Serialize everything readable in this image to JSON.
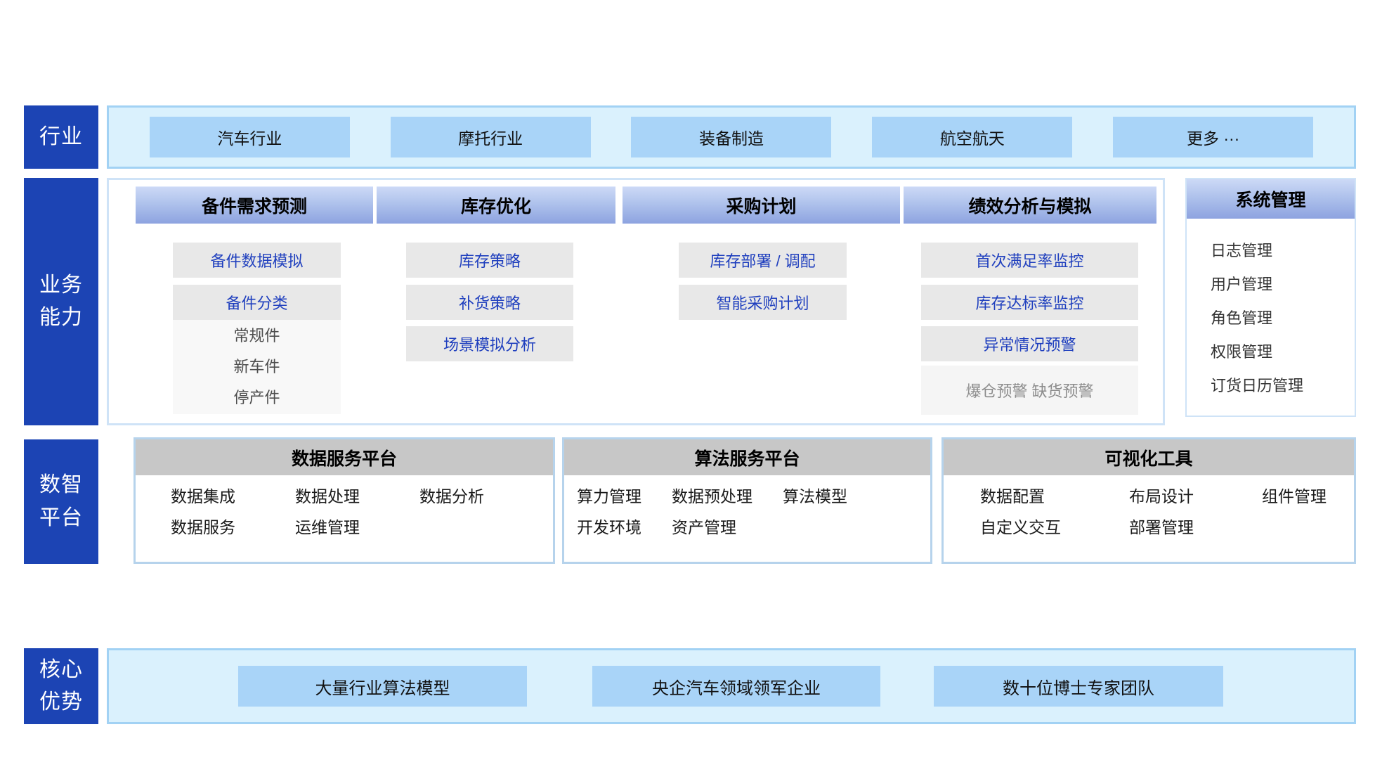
{
  "colors": {
    "sidebar_blue": "#1c44b4",
    "band_fill": "#daf1fd",
    "band_border": "#a2d2f4",
    "chip_blue": "#a9d4f8",
    "header_gradient_top": "#ccd9f6",
    "header_gradient_bottom": "#8da3e0",
    "item_box_gray": "#e8e8e8",
    "item_text_blue": "#1f3fbe",
    "platform_header_gray": "#c7c7c7"
  },
  "sidebar": {
    "items": [
      {
        "label": "行业"
      },
      {
        "label": "业务能力"
      },
      {
        "label": "数智平台"
      },
      {
        "label": "核心优势"
      }
    ]
  },
  "industry": {
    "buttons": [
      {
        "label": "汽车行业"
      },
      {
        "label": "摩托行业"
      },
      {
        "label": "装备制造"
      },
      {
        "label": "航空航天"
      },
      {
        "label": "更多 ···"
      }
    ]
  },
  "business": {
    "columns": [
      {
        "title": "备件需求预测",
        "items": [
          "备件数据模拟",
          "备件分类"
        ],
        "sub_items": [
          "常规件",
          "新车件",
          "停产件"
        ]
      },
      {
        "title": "库存优化",
        "items": [
          "库存策略",
          "补货策略",
          "场景模拟分析"
        ]
      },
      {
        "title": "采购计划",
        "items": [
          "库存部署 / 调配",
          "智能采购计划"
        ]
      },
      {
        "title": "绩效分析与模拟",
        "items": [
          "首次满足率监控",
          "库存达标率监控",
          "异常情况预警"
        ],
        "muted_item": "爆仓预警 缺货预警"
      }
    ],
    "system": {
      "title": "系统管理",
      "items": [
        "日志管理",
        "用户管理",
        "角色管理",
        "权限管理",
        "订货日历管理"
      ]
    }
  },
  "platform": {
    "boxes": [
      {
        "title": "数据服务平台",
        "items": [
          "数据集成",
          "数据处理",
          "数据分析",
          "数据服务",
          "运维管理"
        ]
      },
      {
        "title": "算法服务平台",
        "items": [
          "算力管理",
          "数据预处理",
          "算法模型",
          "开发环境",
          "资产管理"
        ]
      },
      {
        "title": "可视化工具",
        "items": [
          "数据配置",
          "布局设计",
          "组件管理",
          "自定义交互",
          "部署管理"
        ]
      }
    ]
  },
  "advantage": {
    "buttons": [
      {
        "label": "大量行业算法模型"
      },
      {
        "label": "央企汽车领域领军企业"
      },
      {
        "label": "数十位博士专家团队"
      }
    ]
  }
}
